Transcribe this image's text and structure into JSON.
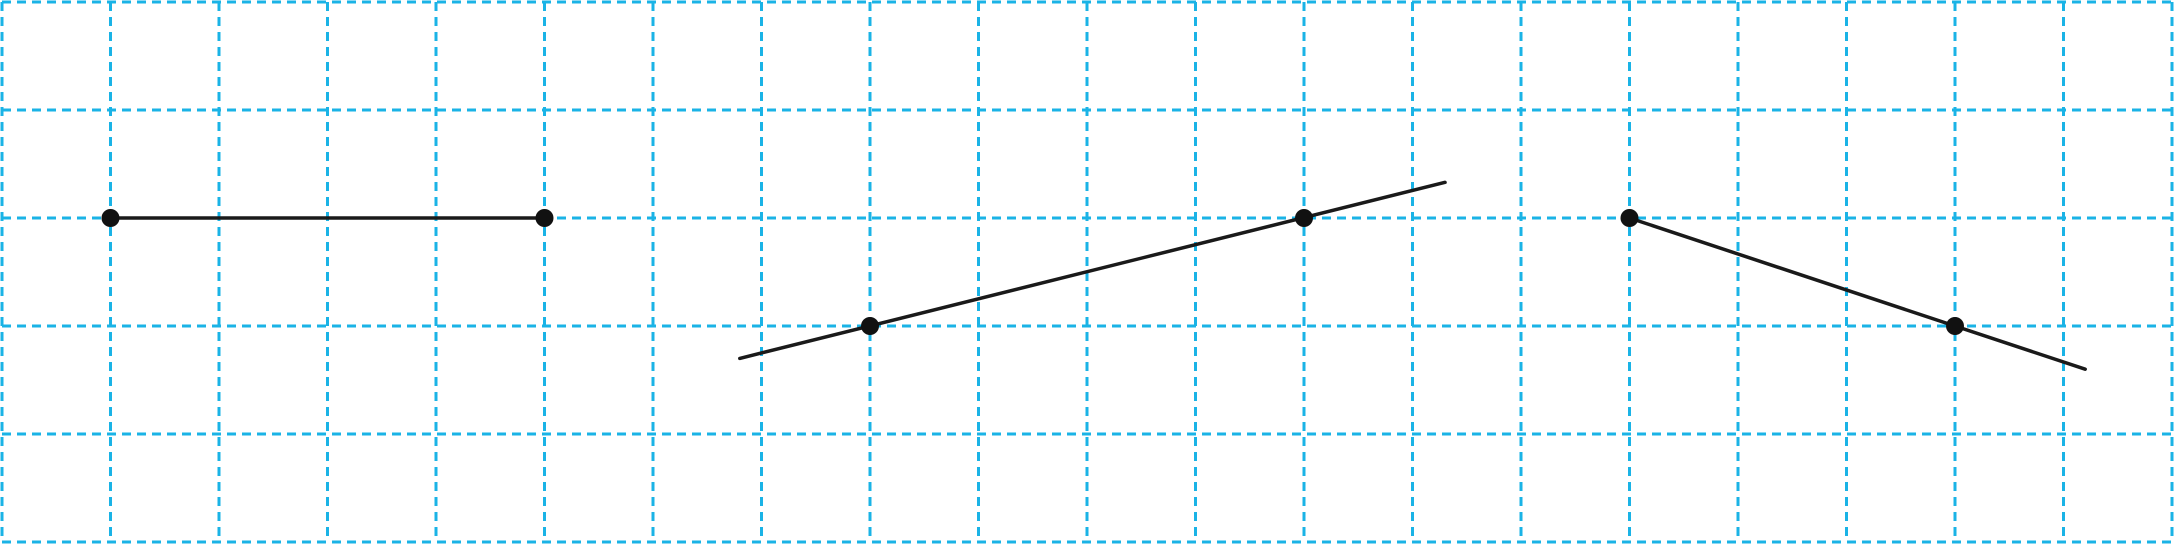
{
  "grid": {
    "columns": 20,
    "rows": 5,
    "line_color": "#1ab3e6",
    "style": "dashed"
  },
  "ink_color": "#1a1a1a",
  "figures": [
    {
      "name": "segment",
      "kind": "segment",
      "points": [
        [
          1,
          2
        ],
        [
          5,
          2
        ]
      ]
    },
    {
      "name": "line",
      "kind": "line",
      "points": [
        [
          8,
          3
        ],
        [
          12,
          2
        ]
      ],
      "extends": [
        [
          6.8,
          3.3
        ],
        [
          13.3,
          1.67
        ]
      ]
    },
    {
      "name": "ray",
      "kind": "ray",
      "points": [
        [
          15,
          2
        ],
        [
          18,
          3
        ]
      ],
      "extends": [
        [
          15,
          2
        ],
        [
          19.2,
          3.4
        ]
      ]
    }
  ]
}
